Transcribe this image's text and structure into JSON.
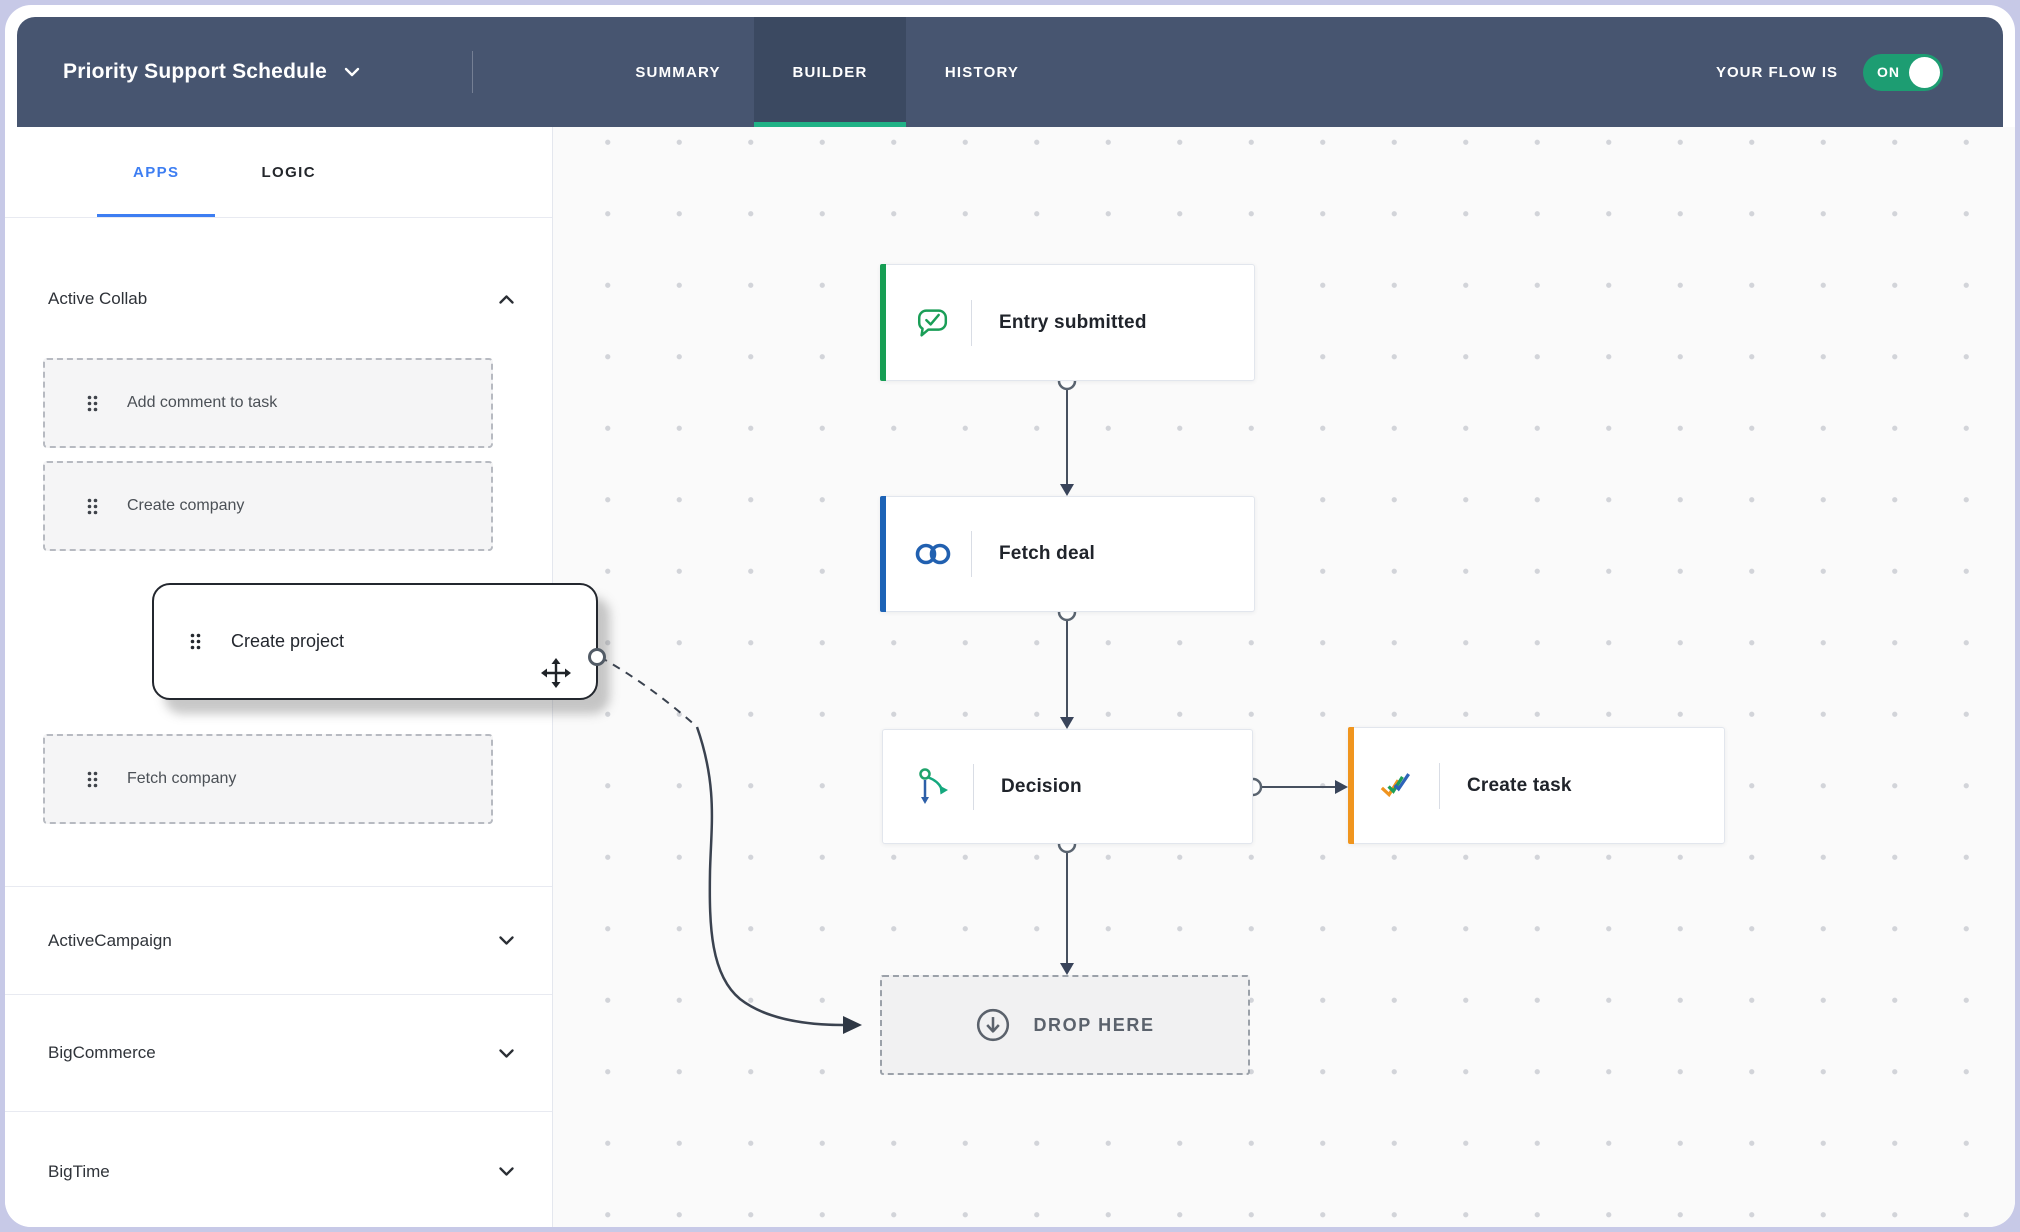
{
  "header": {
    "title": "Priority Support Schedule",
    "tabs": {
      "summary": "SUMMARY",
      "builder": "BUILDER",
      "history": "HISTORY"
    },
    "active_tab": "BUILDER",
    "flow_status_label": "YOUR FLOW IS",
    "toggle_state": "ON"
  },
  "sidebar": {
    "tabs": {
      "apps": "APPS",
      "logic": "LOGIC"
    },
    "active_tab": "APPS",
    "sections": {
      "active_collab": {
        "name": "Active Collab",
        "expanded": true,
        "actions": {
          "add_comment": "Add comment to task",
          "create_company": "Create company",
          "fetch_company": "Fetch company"
        }
      },
      "active_campaign": {
        "name": "ActiveCampaign",
        "expanded": false
      },
      "big_commerce": {
        "name": "BigCommerce",
        "expanded": false
      },
      "big_time": {
        "name": "BigTime",
        "expanded": false
      }
    }
  },
  "drag_card": {
    "label": "Create project",
    "icon": "drag-handle-icon and move-cursor-icon"
  },
  "canvas": {
    "nodes": {
      "entry": {
        "label": "Entry submitted",
        "icon": "entry-form-icon",
        "accent": "#169e54"
      },
      "fetch_deal": {
        "label": "Fetch deal",
        "icon": "crm-rings-icon",
        "accent": "#1d63b6"
      },
      "decision": {
        "label": "Decision",
        "icon": "branch-icon",
        "accent": ""
      },
      "create_task": {
        "label": "Create task",
        "icon": "double-check-icon",
        "accent": "#f0951e"
      }
    },
    "drop_zone": {
      "label": "DROP HERE",
      "icon": "arrow-down-circle-icon"
    }
  },
  "colors": {
    "frame": "#c7c9e7",
    "header_bg": "#475570",
    "active_tab_bg": "#3b4961",
    "accent_green": "#21b286",
    "toggle_green": "#1d9d72",
    "apps_blue": "#3d7ef2",
    "canvas_bg": "#fafafa",
    "connector": "#47505f"
  }
}
